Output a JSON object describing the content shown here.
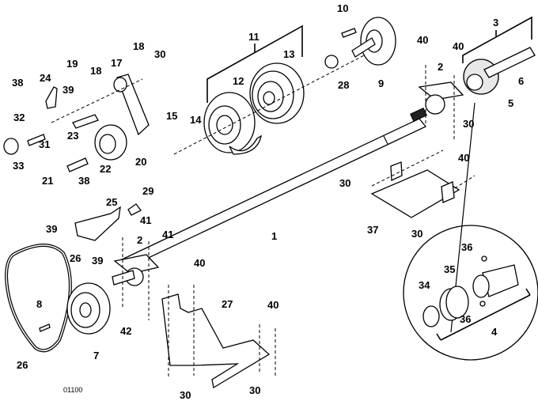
{
  "figure_id": "01100",
  "callouts": [
    {
      "id": "c1",
      "label": "1"
    },
    {
      "id": "c2a",
      "label": "2"
    },
    {
      "id": "c2b",
      "label": "2"
    },
    {
      "id": "c3",
      "label": "3"
    },
    {
      "id": "c4",
      "label": "4"
    },
    {
      "id": "c5",
      "label": "5"
    },
    {
      "id": "c6",
      "label": "6"
    },
    {
      "id": "c7",
      "label": "7"
    },
    {
      "id": "c8",
      "label": "8"
    },
    {
      "id": "c9",
      "label": "9"
    },
    {
      "id": "c10",
      "label": "10"
    },
    {
      "id": "c11",
      "label": "11"
    },
    {
      "id": "c12",
      "label": "12"
    },
    {
      "id": "c13",
      "label": "13"
    },
    {
      "id": "c14",
      "label": "14"
    },
    {
      "id": "c15",
      "label": "15"
    },
    {
      "id": "c17",
      "label": "17"
    },
    {
      "id": "c18a",
      "label": "18"
    },
    {
      "id": "c18b",
      "label": "18"
    },
    {
      "id": "c19",
      "label": "19"
    },
    {
      "id": "c20",
      "label": "20"
    },
    {
      "id": "c21",
      "label": "21"
    },
    {
      "id": "c22",
      "label": "22"
    },
    {
      "id": "c23",
      "label": "23"
    },
    {
      "id": "c24",
      "label": "24"
    },
    {
      "id": "c25",
      "label": "25"
    },
    {
      "id": "c26a",
      "label": "26"
    },
    {
      "id": "c26b",
      "label": "26"
    },
    {
      "id": "c27",
      "label": "27"
    },
    {
      "id": "c28",
      "label": "28"
    },
    {
      "id": "c29",
      "label": "29"
    },
    {
      "id": "c30a",
      "label": "30"
    },
    {
      "id": "c30b",
      "label": "30"
    },
    {
      "id": "c30c",
      "label": "30"
    },
    {
      "id": "c30d",
      "label": "30"
    },
    {
      "id": "c30e",
      "label": "30"
    },
    {
      "id": "c30f",
      "label": "30"
    },
    {
      "id": "c31",
      "label": "31"
    },
    {
      "id": "c32",
      "label": "32"
    },
    {
      "id": "c33",
      "label": "33"
    },
    {
      "id": "c34",
      "label": "34"
    },
    {
      "id": "c35",
      "label": "35"
    },
    {
      "id": "c36a",
      "label": "36"
    },
    {
      "id": "c36b",
      "label": "36"
    },
    {
      "id": "c37",
      "label": "37"
    },
    {
      "id": "c38a",
      "label": "38"
    },
    {
      "id": "c38b",
      "label": "38"
    },
    {
      "id": "c39a",
      "label": "39"
    },
    {
      "id": "c39b",
      "label": "39"
    },
    {
      "id": "c39c",
      "label": "39"
    },
    {
      "id": "c40a",
      "label": "40"
    },
    {
      "id": "c40b",
      "label": "40"
    },
    {
      "id": "c40c",
      "label": "40"
    },
    {
      "id": "c40d",
      "label": "40"
    },
    {
      "id": "c40e",
      "label": "40"
    },
    {
      "id": "c41a",
      "label": "41"
    },
    {
      "id": "c41b",
      "label": "41"
    },
    {
      "id": "c42",
      "label": "42"
    }
  ]
}
